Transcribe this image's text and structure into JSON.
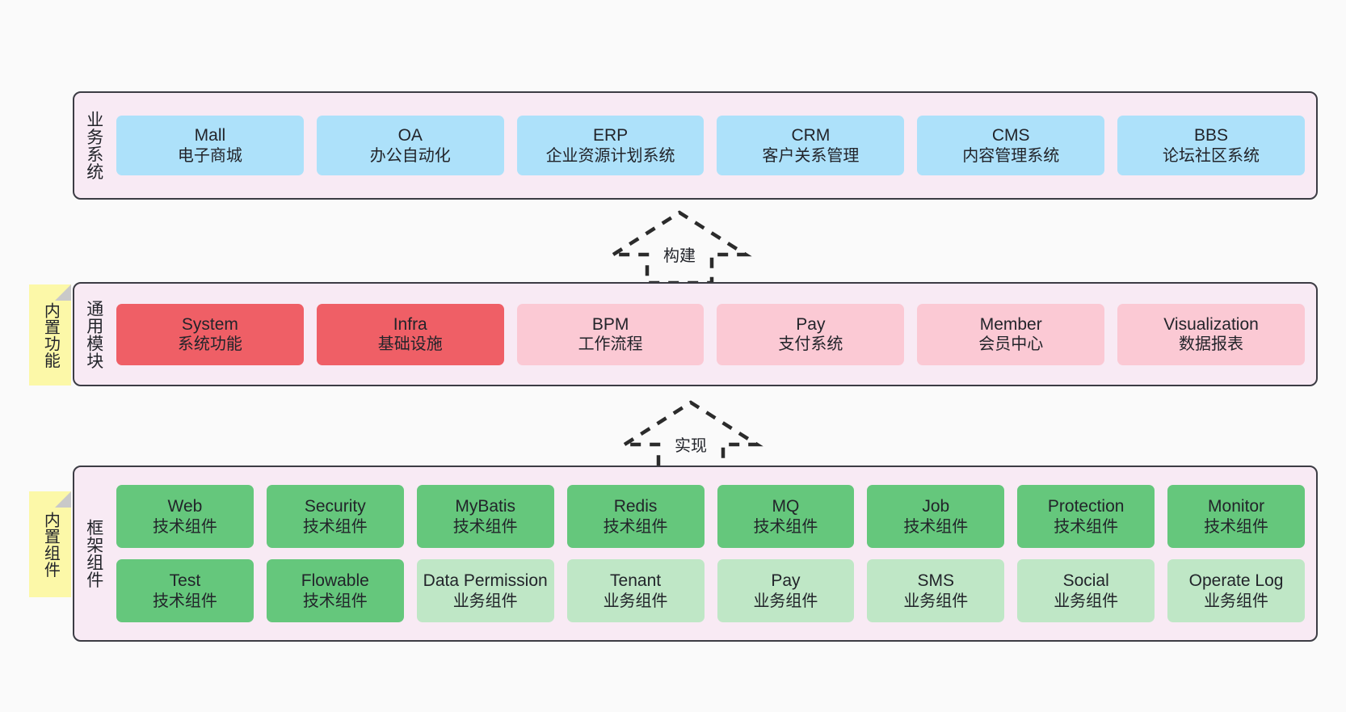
{
  "layers": [
    {
      "id": "business",
      "label": "业务系统",
      "rows": [
        {
          "cells": [
            {
              "title": "Mall",
              "subtitle": "电子商城",
              "color": "#ade1fa"
            },
            {
              "title": "OA",
              "subtitle": "办公自动化",
              "color": "#ade1fa"
            },
            {
              "title": "ERP",
              "subtitle": "企业资源计划系统",
              "color": "#ade1fa"
            },
            {
              "title": "CRM",
              "subtitle": "客户关系管理",
              "color": "#ade1fa"
            },
            {
              "title": "CMS",
              "subtitle": "内容管理系统",
              "color": "#ade1fa"
            },
            {
              "title": "BBS",
              "subtitle": "论坛社区系统",
              "color": "#ade1fa"
            }
          ]
        }
      ]
    },
    {
      "id": "common",
      "label": "通用模块",
      "rows": [
        {
          "cells": [
            {
              "title": "System",
              "subtitle": "系统功能",
              "color": "#ef5f66"
            },
            {
              "title": "Infra",
              "subtitle": "基础设施",
              "color": "#ef5f66"
            },
            {
              "title": "BPM",
              "subtitle": "工作流程",
              "color": "#fbc9d4"
            },
            {
              "title": "Pay",
              "subtitle": "支付系统",
              "color": "#fbc9d4"
            },
            {
              "title": "Member",
              "subtitle": "会员中心",
              "color": "#fbc9d4"
            },
            {
              "title": "Visualization",
              "subtitle": "数据报表",
              "color": "#fbc9d4"
            }
          ]
        }
      ]
    },
    {
      "id": "framework",
      "label": "框架组件",
      "rows": [
        {
          "cells": [
            {
              "title": "Web",
              "subtitle": "技术组件",
              "color": "#65c77c"
            },
            {
              "title": "Security",
              "subtitle": "技术组件",
              "color": "#65c77c"
            },
            {
              "title": "MyBatis",
              "subtitle": "技术组件",
              "color": "#65c77c"
            },
            {
              "title": "Redis",
              "subtitle": "技术组件",
              "color": "#65c77c"
            },
            {
              "title": "MQ",
              "subtitle": "技术组件",
              "color": "#65c77c"
            },
            {
              "title": "Job",
              "subtitle": "技术组件",
              "color": "#65c77c"
            },
            {
              "title": "Protection",
              "subtitle": "技术组件",
              "color": "#65c77c"
            },
            {
              "title": "Monitor",
              "subtitle": "技术组件",
              "color": "#65c77c"
            }
          ]
        },
        {
          "cells": [
            {
              "title": "Test",
              "subtitle": "技术组件",
              "color": "#65c77c"
            },
            {
              "title": "Flowable",
              "subtitle": "技术组件",
              "color": "#65c77c"
            },
            {
              "title": "Data Permission",
              "subtitle": "业务组件",
              "color": "#bfe7c6"
            },
            {
              "title": "Tenant",
              "subtitle": "业务组件",
              "color": "#bfe7c6"
            },
            {
              "title": "Pay",
              "subtitle": "业务组件",
              "color": "#bfe7c6"
            },
            {
              "title": "SMS",
              "subtitle": "业务组件",
              "color": "#bfe7c6"
            },
            {
              "title": "Social",
              "subtitle": "业务组件",
              "color": "#bfe7c6"
            },
            {
              "title": "Operate Log",
              "subtitle": "业务组件",
              "color": "#bfe7c6"
            }
          ]
        }
      ]
    }
  ],
  "sticky_notes": [
    {
      "id": "common",
      "text": "内置功能"
    },
    {
      "id": "framework",
      "text": "内置组件"
    }
  ],
  "arrows": [
    {
      "id": "build",
      "label": "构建"
    },
    {
      "id": "impl",
      "label": "实现"
    }
  ],
  "colors": {
    "layer_background": "#f8eaf4",
    "layer_border": "#3c3c44",
    "page_background": "#fafafa",
    "sticky": "#fcf8a8",
    "business_cell": "#ade1fa",
    "common_primary": "#ef5f66",
    "common_secondary": "#fbc9d4",
    "framework_tech": "#65c77c",
    "framework_business": "#bfe7c6",
    "arrow_stroke": "#2b2b2b"
  }
}
